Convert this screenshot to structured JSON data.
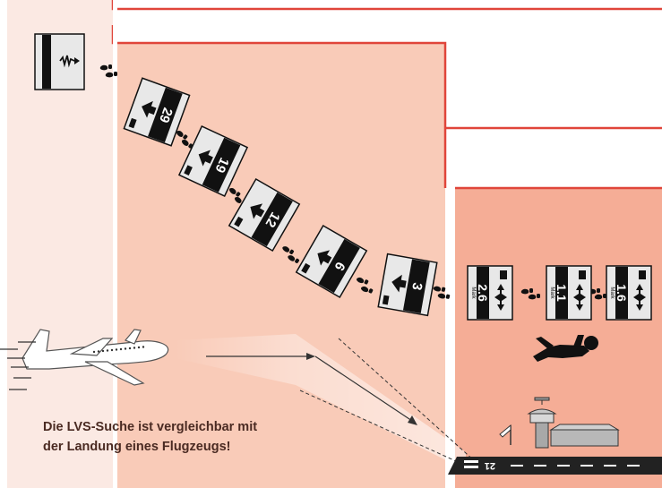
{
  "caption": {
    "line1": "Die LVS-Suche ist vergleichbar mit",
    "line2": "der Landung eines Flugzeugs!"
  },
  "phases": [
    {
      "name": "signal-search",
      "color": "#fbe9e3"
    },
    {
      "name": "coarse-search",
      "color": "#f9cbb8"
    },
    {
      "name": "fine-search",
      "color": "#f5ad96"
    }
  ],
  "accent_color": "#e0453a",
  "coarse_search_displays": [
    "29",
    "19",
    "12",
    "6",
    "3"
  ],
  "fine_search_displays": [
    "2.6",
    "1.1",
    "1.6"
  ],
  "display_mode_label": "Mark",
  "runway_number": "21",
  "icons": [
    "signal-wave-icon",
    "footprints-icon",
    "direction-arrow-icon",
    "marker-arrows-icon",
    "avalanche-victim-icon",
    "airplane-icon",
    "control-tower-icon",
    "windsock-icon",
    "runway-icon"
  ]
}
